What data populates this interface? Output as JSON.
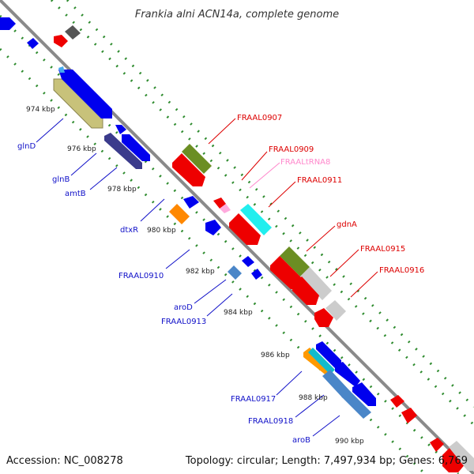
{
  "title": "Frankia alni ACN14a, complete genome",
  "accession": "Accession: NC_008278",
  "topology": "Topology: circular; Length: 7,497,934 bp; Genes: 6,769",
  "colors": {
    "backbone": "#8a8a8a",
    "dots": "#2e8b2e",
    "blue_label": "#1010c8",
    "red_label": "#dd0000",
    "trna_label": "#ff88cc"
  },
  "scale": [
    {
      "text": "974 kbp"
    },
    {
      "text": "976 kbp"
    },
    {
      "text": "978 kbp"
    },
    {
      "text": "980 kbp"
    },
    {
      "text": "982 kbp"
    },
    {
      "text": "984 kbp"
    },
    {
      "text": "986 kbp"
    },
    {
      "text": "988 kbp"
    },
    {
      "text": "990 kbp"
    }
  ],
  "labels": [
    {
      "text": "glnD",
      "strand": "minus"
    },
    {
      "text": "glnB",
      "strand": "minus"
    },
    {
      "text": "amtB",
      "strand": "minus"
    },
    {
      "text": "dtxR",
      "strand": "minus"
    },
    {
      "text": "FRAAL0910",
      "strand": "minus"
    },
    {
      "text": "aroD",
      "strand": "minus"
    },
    {
      "text": "FRAAL0913",
      "strand": "minus"
    },
    {
      "text": "FRAAL0917",
      "strand": "minus"
    },
    {
      "text": "FRAAL0918",
      "strand": "minus"
    },
    {
      "text": "aroB",
      "strand": "minus"
    },
    {
      "text": "FRAAL0907",
      "strand": "plus"
    },
    {
      "text": "FRAAL0909",
      "strand": "plus"
    },
    {
      "text": "FRAALtRNA8",
      "strand": "trna"
    },
    {
      "text": "FRAAL0911",
      "strand": "plus"
    },
    {
      "text": "gdnA",
      "strand": "plus"
    },
    {
      "text": "FRAAL0915",
      "strand": "plus"
    },
    {
      "text": "FRAAL0916",
      "strand": "plus"
    }
  ]
}
